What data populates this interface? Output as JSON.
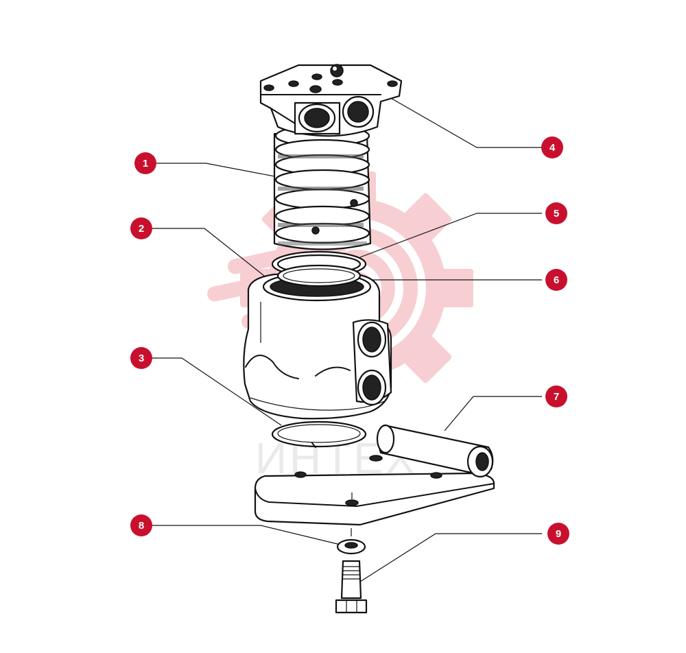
{
  "watermark": {
    "text": "ИНТЕХ",
    "color": "#f2a7ad",
    "text_color": "#d9d9d9"
  },
  "callout_color": "#c8102e",
  "callouts": [
    {
      "label": "1"
    },
    {
      "label": "2"
    },
    {
      "label": "3"
    },
    {
      "label": "4"
    },
    {
      "label": "5"
    },
    {
      "label": "6"
    },
    {
      "label": "7"
    },
    {
      "label": "8"
    },
    {
      "label": "9"
    }
  ]
}
